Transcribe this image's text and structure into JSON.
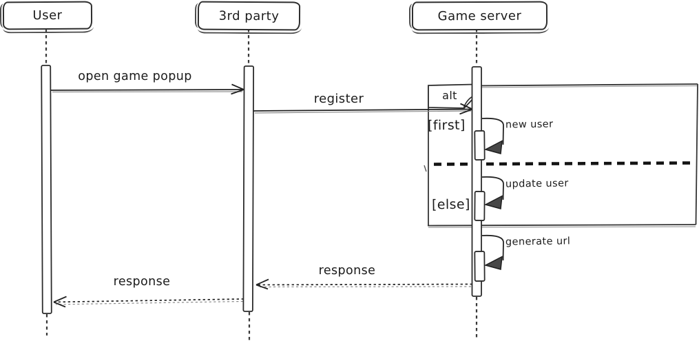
{
  "diagram_type": "uml-sequence-diagram",
  "actors": [
    {
      "name": "User"
    },
    {
      "name": "3rd party"
    },
    {
      "name": "Game server"
    }
  ],
  "messages": {
    "open_game_popup": {
      "label": "open game popup",
      "from": "User",
      "to": "3rd party",
      "line": "solid",
      "arrow": "open"
    },
    "register": {
      "label": "register",
      "from": "3rd party",
      "to": "Game server",
      "line": "solid",
      "arrow": "open"
    },
    "new_user": {
      "label": "new user",
      "from": "Game server",
      "to": "Game server",
      "line": "self",
      "arrow": "filled"
    },
    "update_user": {
      "label": "update user",
      "from": "Game server",
      "to": "Game server",
      "line": "self",
      "arrow": "filled"
    },
    "generate_url": {
      "label": "generate url",
      "from": "Game server",
      "to": "Game server",
      "line": "self",
      "arrow": "filled"
    },
    "response_to_third_party": {
      "label": "response",
      "from": "Game server",
      "to": "3rd party",
      "line": "dashed",
      "arrow": "open"
    },
    "response_to_user": {
      "label": "response",
      "from": "3rd party",
      "to": "User",
      "line": "dashed",
      "arrow": "open"
    }
  },
  "fragment": {
    "operator": "alt",
    "guard_first": "[first]",
    "guard_else": "[else]"
  },
  "colors": {
    "ink": "#222222",
    "ghost_ink": "#8a8a8a",
    "background": "#ffffff"
  }
}
